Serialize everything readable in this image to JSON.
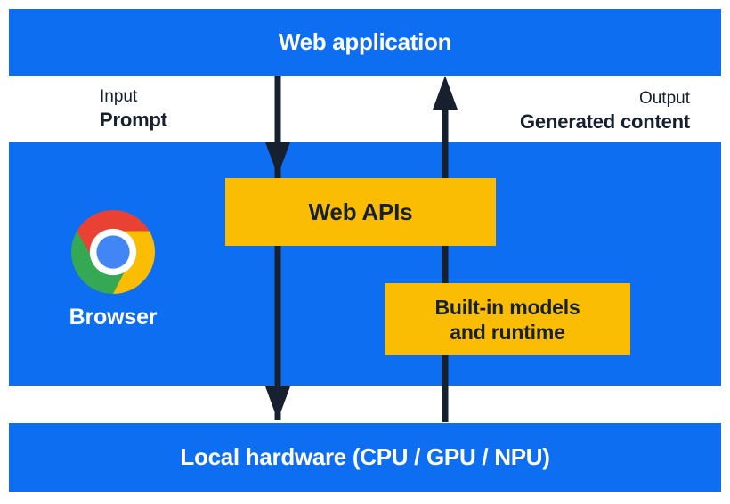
{
  "diagram": {
    "top_band": {
      "label": "Web application"
    },
    "input_flow": {
      "caption": "Input",
      "label": "Prompt"
    },
    "output_flow": {
      "caption": "Output",
      "label": "Generated content"
    },
    "browser": {
      "label": "Browser",
      "logo": "chrome-logo"
    },
    "web_apis_box": {
      "label": "Web APIs"
    },
    "builtin_box": {
      "label": "Built-in models\nand runtime"
    },
    "bottom_band": {
      "label": "Local hardware (CPU / GPU / NPU)"
    },
    "colors": {
      "band_blue": "#0d6ef2",
      "accent_yellow": "#fbbc04",
      "ink_navy": "#17202e",
      "logo_red": "#e94235",
      "logo_green": "#34a853",
      "logo_yellow": "#fbbc04",
      "logo_blue": "#4285f4"
    }
  }
}
